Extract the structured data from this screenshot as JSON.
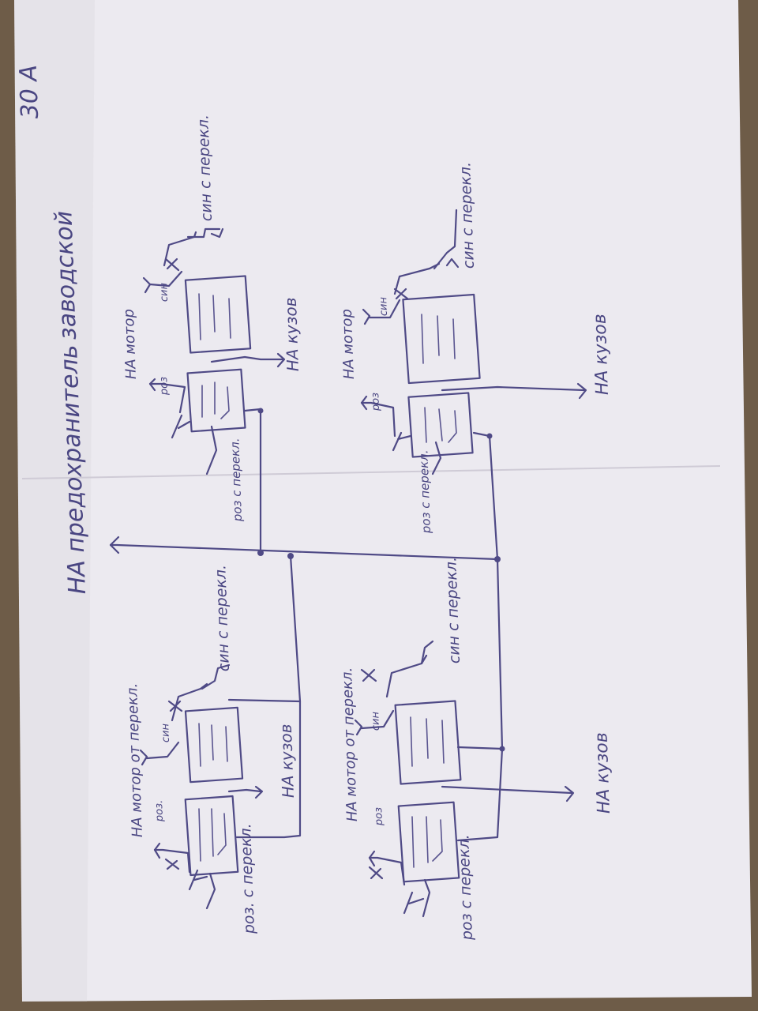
{
  "paper": {
    "color": "#eceaf0",
    "shade": "#d9d6de",
    "ink": "#4f4a86",
    "table": "#6e5c48"
  },
  "labels": {
    "title_main": "НА предохранитель",
    "title_tail": "заводской",
    "amp": "30 А",
    "motor_from_switch_1": "НА мотор от перекл.",
    "motor_from_switch_2": "НА мотор от перекл.",
    "motor_1": "НА мотор",
    "motor_2": "НА мотор",
    "body_1": "НА кузов",
    "body_2": "НА кузов",
    "body_3": "НА кузов",
    "body_4": "НА кузов",
    "roz_1": "роз.",
    "roz_2": "роз",
    "roz_3": "роз",
    "roz_4": "роз",
    "sin_1": "син",
    "sin_2": "син",
    "sin_3": "син",
    "sin_4": "син",
    "roz_from_switch_1": "роз. с перекл.",
    "roz_from_switch_2": "роз с перекл.",
    "roz_from_switch_3": "роз с перекл.",
    "roz_from_switch_4": "роз с перекл.",
    "sin_from_switch_1": "син с перекл.",
    "sin_from_switch_2": "син с перекл.",
    "sin_from_switch_3": "син с перекл.",
    "sin_from_switch_4": "син с перекл."
  }
}
